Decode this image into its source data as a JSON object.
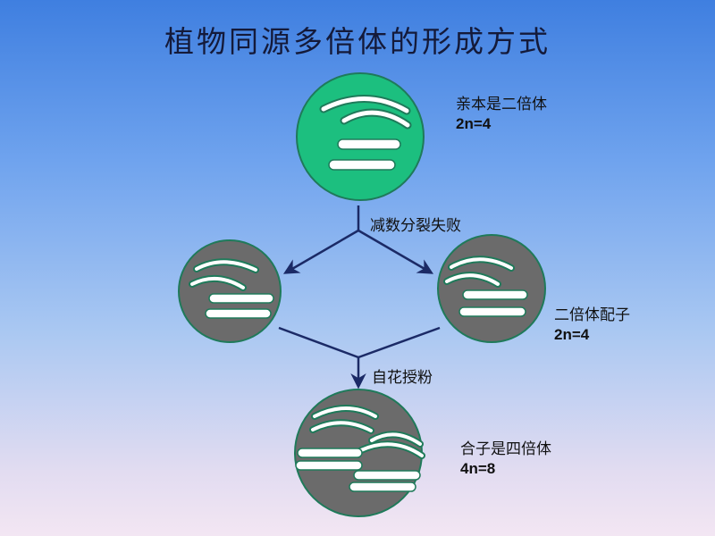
{
  "title": "植物同源多倍体的形成方式",
  "parent": {
    "name": "亲本是二倍体",
    "ploidy": "2n=4"
  },
  "step1": "减数分裂失败",
  "gamete": {
    "name": "二倍体配子",
    "ploidy": "2n=4"
  },
  "step2": "自花授粉",
  "zygote": {
    "name": "合子是四倍体",
    "ploidy": "4n=8"
  },
  "colors": {
    "parent_cell": "#1cbf7f",
    "gamete_cell": "#6b6b6b",
    "cell_border": "#1f7a5a",
    "chromosome": "#ffffff",
    "arrow": "#1b2a66"
  }
}
